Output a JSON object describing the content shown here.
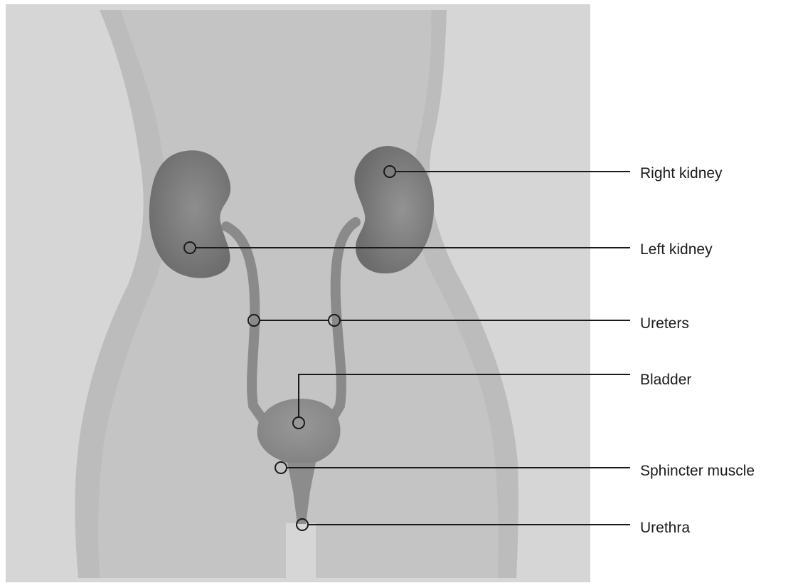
{
  "labels": {
    "right_kidney": "Right kidney",
    "left_kidney": "Left kidney",
    "ureters": "Ureters",
    "bladder": "Bladder",
    "sphincter": "Sphincter muscle",
    "urethra": "Urethra"
  },
  "colors": {
    "panel_bg": "#d8d8d8",
    "body_fill": "#c2c2c2",
    "organ_fill": "#8c8c8c",
    "kidney_fill": "#7a7a7a",
    "leader_line": "#1a1a1a",
    "page_bg": "#ffffff"
  }
}
